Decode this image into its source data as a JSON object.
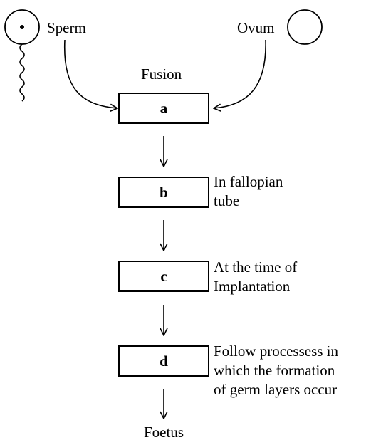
{
  "diagram": {
    "top_labels": {
      "sperm": "Sperm",
      "ovum": "Ovum",
      "fusion": "Fusion"
    },
    "boxes": [
      {
        "id": "a",
        "label": "a",
        "notes": []
      },
      {
        "id": "b",
        "label": "b",
        "notes": [
          "In fallopian",
          "tube"
        ]
      },
      {
        "id": "c",
        "label": "c",
        "notes": [
          "At the time of",
          "Implantation"
        ]
      },
      {
        "id": "d",
        "label": "d",
        "notes": [
          "Follow processess in",
          "which the formation",
          "of germ layers occur"
        ]
      }
    ],
    "end_label": "Foetus",
    "colors": {
      "ink": "#000000",
      "background": "#ffffff"
    }
  }
}
